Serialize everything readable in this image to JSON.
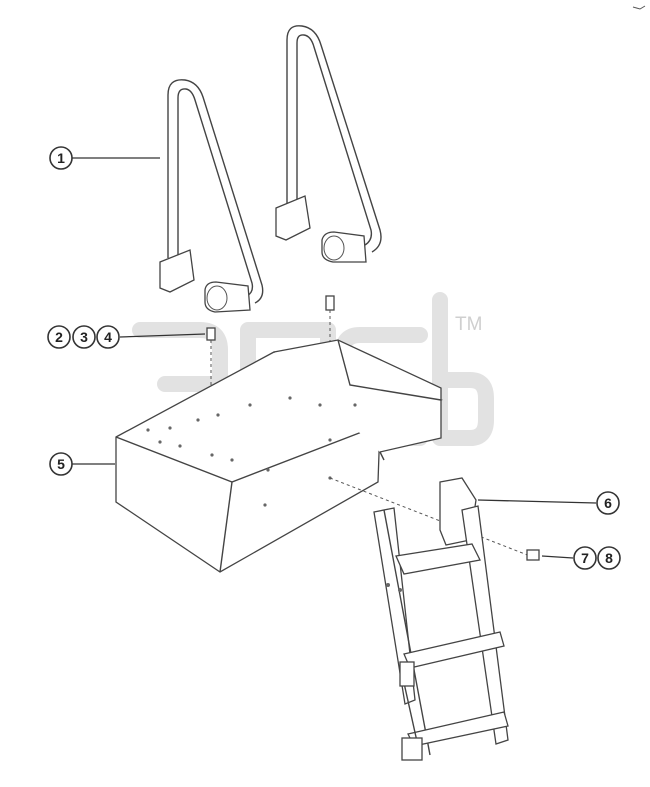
{
  "watermark": {
    "text": "ЭПСЬ",
    "trademark": "TM"
  },
  "callouts": [
    {
      "id": "c1",
      "label": "1"
    },
    {
      "id": "c2",
      "label": "2"
    },
    {
      "id": "c3",
      "label": "3"
    },
    {
      "id": "c4",
      "label": "4"
    },
    {
      "id": "c5",
      "label": "5"
    },
    {
      "id": "c6",
      "label": "6"
    },
    {
      "id": "c7",
      "label": "7"
    },
    {
      "id": "c8",
      "label": "8"
    }
  ],
  "colors": {
    "line": "#444444",
    "watermark": "#e2e2e2"
  }
}
